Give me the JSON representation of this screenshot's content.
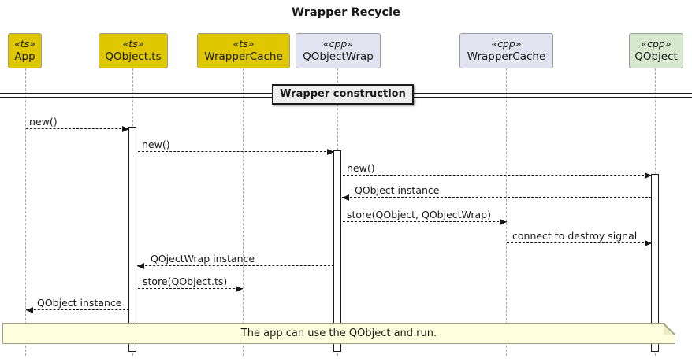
{
  "title": "Wrapper Recycle",
  "divider": {
    "label": "Wrapper construction"
  },
  "participants": [
    {
      "stereotype": "«ts»",
      "name": "App",
      "fill": "#e0c800"
    },
    {
      "stereotype": "«ts»",
      "name": "QObject.ts",
      "fill": "#e0c800"
    },
    {
      "stereotype": "«ts»",
      "name": "WrapperCache",
      "fill": "#e0c800"
    },
    {
      "stereotype": "«cpp»",
      "name": "QObjectWrap",
      "fill": "#e2e2f0"
    },
    {
      "stereotype": "«cpp»",
      "name": "WrapperCache",
      "fill": "#e2e2f0"
    },
    {
      "stereotype": "«cpp»",
      "name": "QObject",
      "fill": "#d6e8cd"
    }
  ],
  "messages": [
    {
      "label": "new()",
      "from": "App",
      "to": "QObject.ts"
    },
    {
      "label": "new()",
      "from": "QObject.ts",
      "to": "QObjectWrap"
    },
    {
      "label": "new()",
      "from": "QObjectWrap",
      "to": "QObject"
    },
    {
      "label": "QObject instance",
      "from": "QObject",
      "to": "QObjectWrap"
    },
    {
      "label": "store(QObject, QObjectWrap)",
      "from": "QObjectWrap",
      "to": "WrapperCache («cpp»)"
    },
    {
      "label": "connect to destroy signal",
      "from": "WrapperCache («cpp»)",
      "to": "QObject"
    },
    {
      "label": "QOjectWrap instance",
      "from": "QObjectWrap",
      "to": "QObject.ts"
    },
    {
      "label": "store(QObject.ts)",
      "from": "QObject.ts",
      "to": "WrapperCache («ts»)"
    },
    {
      "label": "QObject instance",
      "from": "QObject.ts",
      "to": "App"
    }
  ],
  "note": {
    "text": "The app can use the QObject and run."
  },
  "colors": {
    "ts_fill": "#e0c800",
    "cpp_fill": "#e2e2f0",
    "qobject_fill": "#d6e8cd",
    "note_fill": "#feffdd",
    "divider_fill": "#eeeeee",
    "lifeline": "#aaaaaa",
    "arrow": "#181818"
  }
}
